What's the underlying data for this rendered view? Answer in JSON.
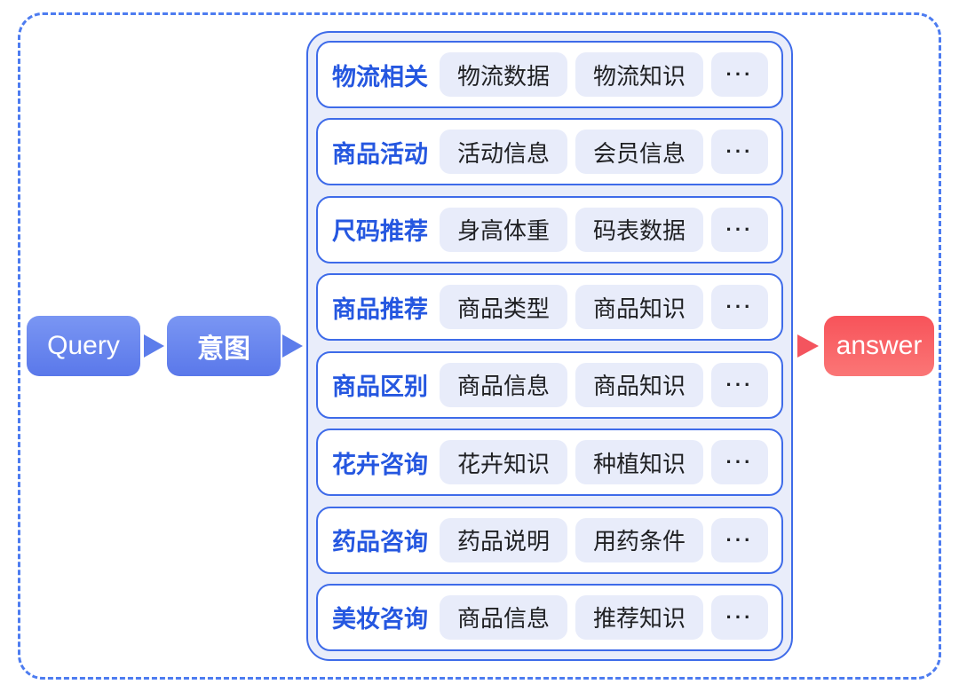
{
  "query_label": "Query",
  "intent_label": "意图",
  "answer_label": "answer",
  "ellipsis": "···",
  "rows": [
    {
      "label": "物流相关",
      "chips": [
        "物流数据",
        "物流知识"
      ]
    },
    {
      "label": "商品活动",
      "chips": [
        "活动信息",
        "会员信息"
      ]
    },
    {
      "label": "尺码推荐",
      "chips": [
        "身高体重",
        "码表数据"
      ]
    },
    {
      "label": "商品推荐",
      "chips": [
        "商品类型",
        "商品知识"
      ]
    },
    {
      "label": "商品区别",
      "chips": [
        "商品信息",
        "商品知识"
      ]
    },
    {
      "label": "花卉咨询",
      "chips": [
        "花卉知识",
        "种植知识"
      ]
    },
    {
      "label": "药品咨询",
      "chips": [
        "药品说明",
        "用药条件"
      ]
    },
    {
      "label": "美妆咨询",
      "chips": [
        "商品信息",
        "推荐知识"
      ]
    }
  ],
  "colors": {
    "dashed_border": "#4d7cf0",
    "panel_border": "#3e6be9",
    "panel_bg": "#e9edfa",
    "chip_bg": "#e8ecfa",
    "chip_text": "#1f2023",
    "category_label": "#2557e0",
    "button_blue_top": "#7a96f3",
    "button_blue_bottom": "#5a78ea",
    "answer_red_top": "#f8535a",
    "answer_red_bottom": "#fa7676",
    "arrow_blue": "#5c7deb",
    "arrow_red": "#f4545e"
  }
}
